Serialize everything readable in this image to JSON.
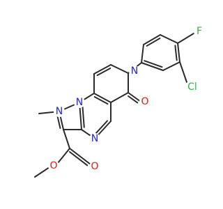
{
  "colors": {
    "bond": "#2b2b2b",
    "nitrogen": "#2323d8",
    "oxygen": "#e0181a",
    "fluorine": "#2db548",
    "chlorine": "#2db548",
    "background": "#ffffff"
  },
  "atoms": {
    "n_pz1": "N",
    "n_pz2": "N",
    "n_pyr": "N",
    "n_lac": "N",
    "o_keto": "O",
    "o_ester_carbonyl": "O",
    "o_ester_ether": "O",
    "cl": "Cl",
    "f": "F"
  }
}
